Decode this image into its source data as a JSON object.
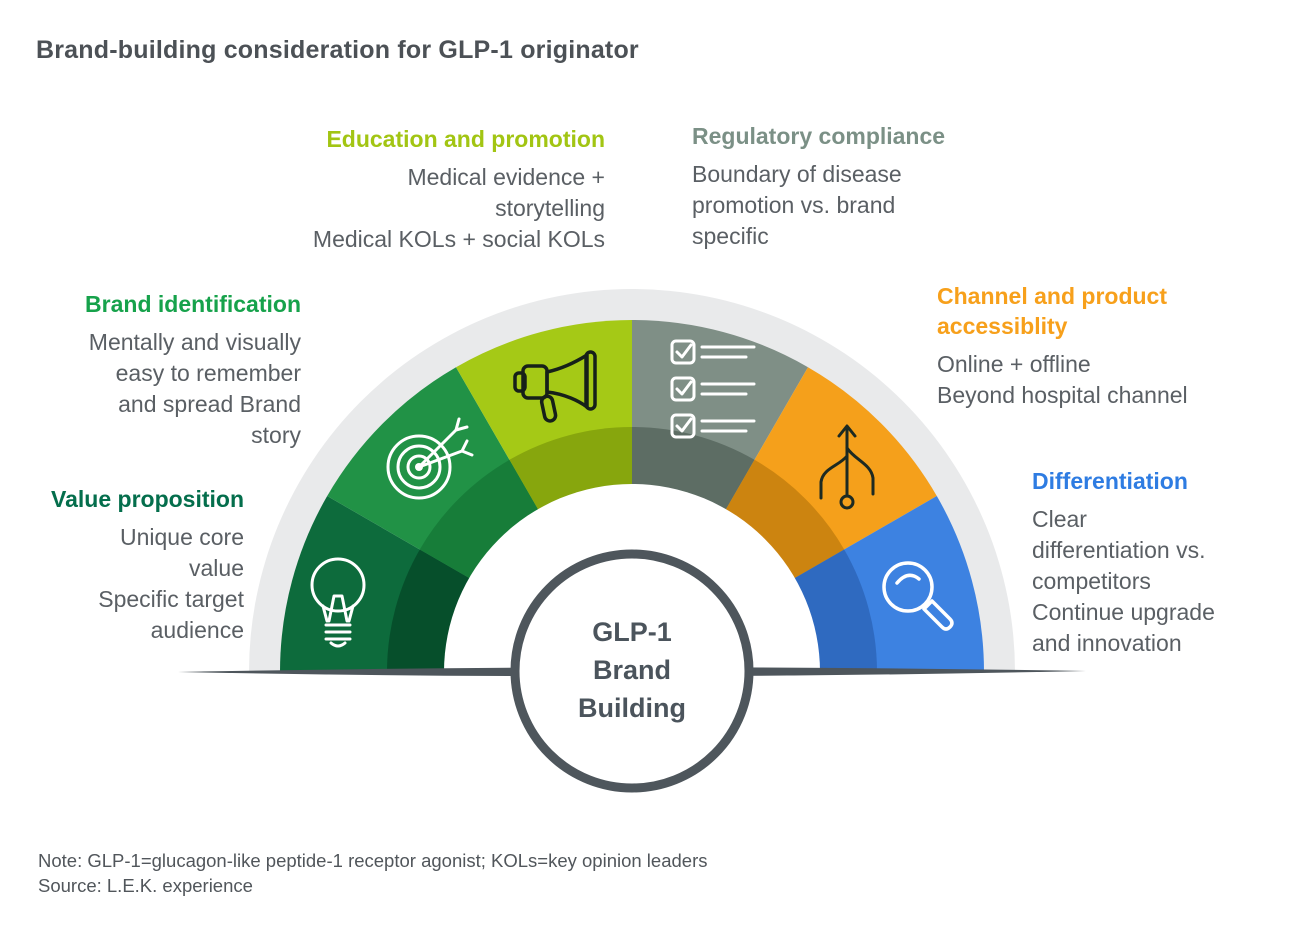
{
  "title": "Brand-building consideration for GLP-1 originator",
  "center": {
    "lines": [
      "GLP-1",
      "Brand",
      "Building"
    ]
  },
  "sections": {
    "education": {
      "heading": "Education and promotion",
      "color": "#a2c513",
      "lines": [
        "Medical evidence +",
        "storytelling",
        "Medical KOLs + social KOLs"
      ]
    },
    "regulatory": {
      "heading": "Regulatory compliance",
      "color": "#7b9086",
      "lines": [
        "Boundary of disease",
        "promotion vs. brand",
        "specific"
      ]
    },
    "brand_identification": {
      "heading": "Brand identification",
      "color": "#16a24b",
      "lines": [
        "Mentally and visually",
        "easy to remember",
        "and spread Brand",
        "story"
      ]
    },
    "channel": {
      "heading": "Channel and product accessiblity",
      "color": "#f7a01b",
      "lines": [
        "Online + offline",
        "Beyond hospital channel"
      ]
    },
    "value_proposition": {
      "heading": "Value proposition",
      "color": "#046e4c",
      "lines": [
        "Unique core",
        "value",
        "Specific target",
        "audience"
      ]
    },
    "differentiation": {
      "heading": "Differentiation",
      "color": "#2e7ce2",
      "lines": [
        "Clear",
        "differentiation vs.",
        "competitors",
        "Continue upgrade",
        "and innovation"
      ]
    }
  },
  "gauge": {
    "track_color": "#e9eaeb",
    "base_bar_color": "#4e565c",
    "center_circle_border": "#4e565c",
    "segments": [
      {
        "label": "Value proposition",
        "icon": "lightbulb-icon",
        "color": "#0d6b3c",
        "inner_color": "#064f2b"
      },
      {
        "label": "Brand identification",
        "icon": "target-icon",
        "color": "#219246",
        "inner_color": "#177d39"
      },
      {
        "label": "Education and promotion",
        "icon": "megaphone-icon",
        "color": "#a5c916",
        "inner_color": "#87a60d"
      },
      {
        "label": "Regulatory compliance",
        "icon": "checklist-icon",
        "color": "#7f8f86",
        "inner_color": "#5d6d64"
      },
      {
        "label": "Channel and product accessiblity",
        "icon": "branch-icon",
        "color": "#f5a01b",
        "inner_color": "#cc8410"
      },
      {
        "label": "Differentiation",
        "icon": "magnifier-icon",
        "color": "#3d82e1",
        "inner_color": "#2f6ac0"
      }
    ]
  },
  "note": {
    "note_line": "Note: GLP-1=glucagon-like peptide-1 receptor agonist; KOLs=key opinion leaders",
    "source_line": "Source:  L.E.K. experience"
  }
}
